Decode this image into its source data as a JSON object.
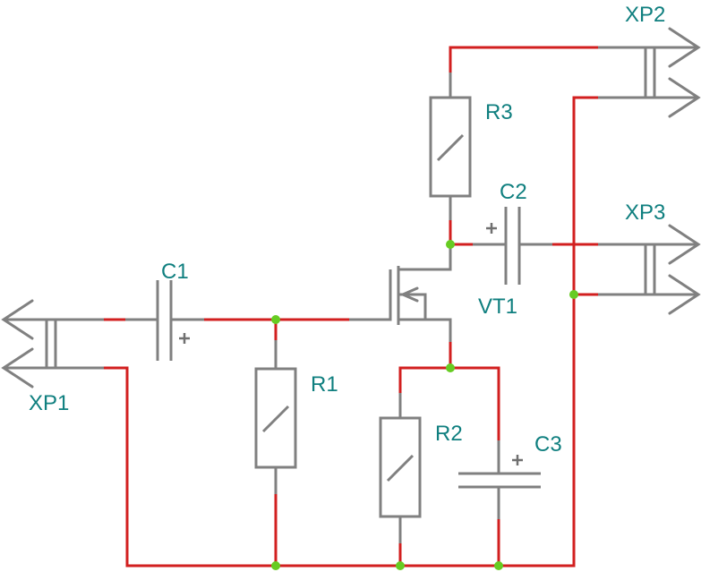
{
  "labels": {
    "xp1": "XP1",
    "xp2": "XP2",
    "xp3": "XP3",
    "c1": "C1",
    "c2": "C2",
    "c3": "C3",
    "r1": "R1",
    "r2": "R2",
    "r3": "R3",
    "vt1": "VT1"
  },
  "colors": {
    "wire": "#d21f1f",
    "component": "#808080",
    "label": "#0f7f7f",
    "junction": "#66cc22"
  },
  "polarity_marks": {
    "c1": "+",
    "c2": "+",
    "c3": "+"
  }
}
